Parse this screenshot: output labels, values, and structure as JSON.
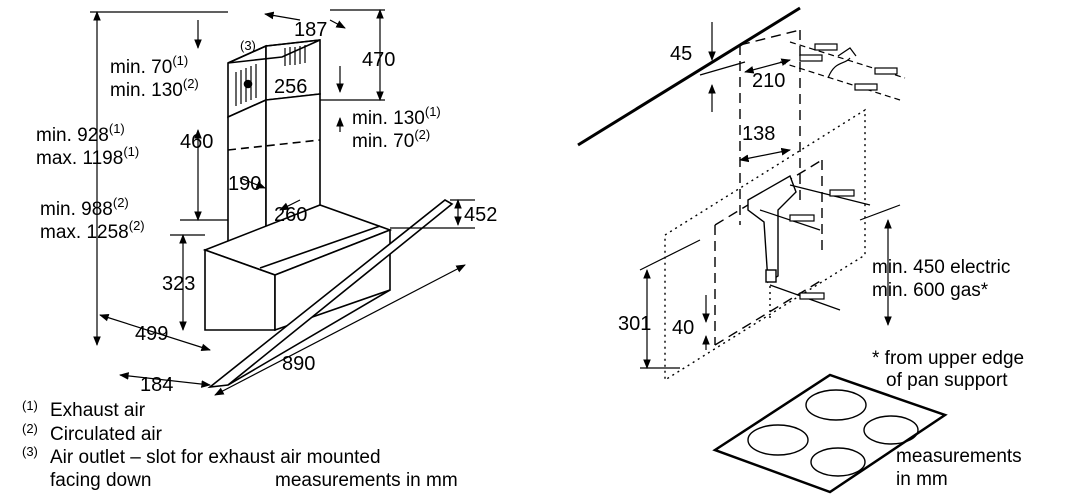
{
  "left": {
    "dims": {
      "d187": "187",
      "d470": "470",
      "d3": "(3)",
      "d256": "256",
      "d460": "460",
      "d190": "190",
      "d260": "260",
      "d452": "452",
      "d323": "323",
      "d499": "499",
      "d890": "890",
      "d184": "184"
    },
    "min70": {
      "text": "min. 70",
      "sup": "(1)"
    },
    "min130": {
      "text": "min. 130",
      "sup": "(2)"
    },
    "min130b": {
      "text": "min. 130",
      "sup": "(1)"
    },
    "min70b": {
      "text": "min. 70",
      "sup": "(2)"
    },
    "min928": {
      "text": "min. 928",
      "sup": "(1)"
    },
    "max1198": {
      "text": "max. 1198",
      "sup": "(1)"
    },
    "min988": {
      "text": "min. 988",
      "sup": "(2)"
    },
    "max1258": {
      "text": "max. 1258",
      "sup": "(2)"
    },
    "legend": {
      "l1": {
        "num": "(1)",
        "text": "Exhaust air"
      },
      "l2": {
        "num": "(2)",
        "text": "Circulated air"
      },
      "l3": {
        "num": "(3)",
        "text": "Air outlet – slot for exhaust air mounted"
      },
      "l3b": "facing down",
      "units": "measurements in mm"
    }
  },
  "right": {
    "dims": {
      "d45": "45",
      "d210": "210",
      "d138": "138",
      "d301": "301",
      "d40": "40"
    },
    "clear1": "min. 450 electric",
    "clear2": "min. 600 gas*",
    "note1": "* from upper edge",
    "note2": "of pan support",
    "units1": "measurements",
    "units2": "in mm"
  }
}
